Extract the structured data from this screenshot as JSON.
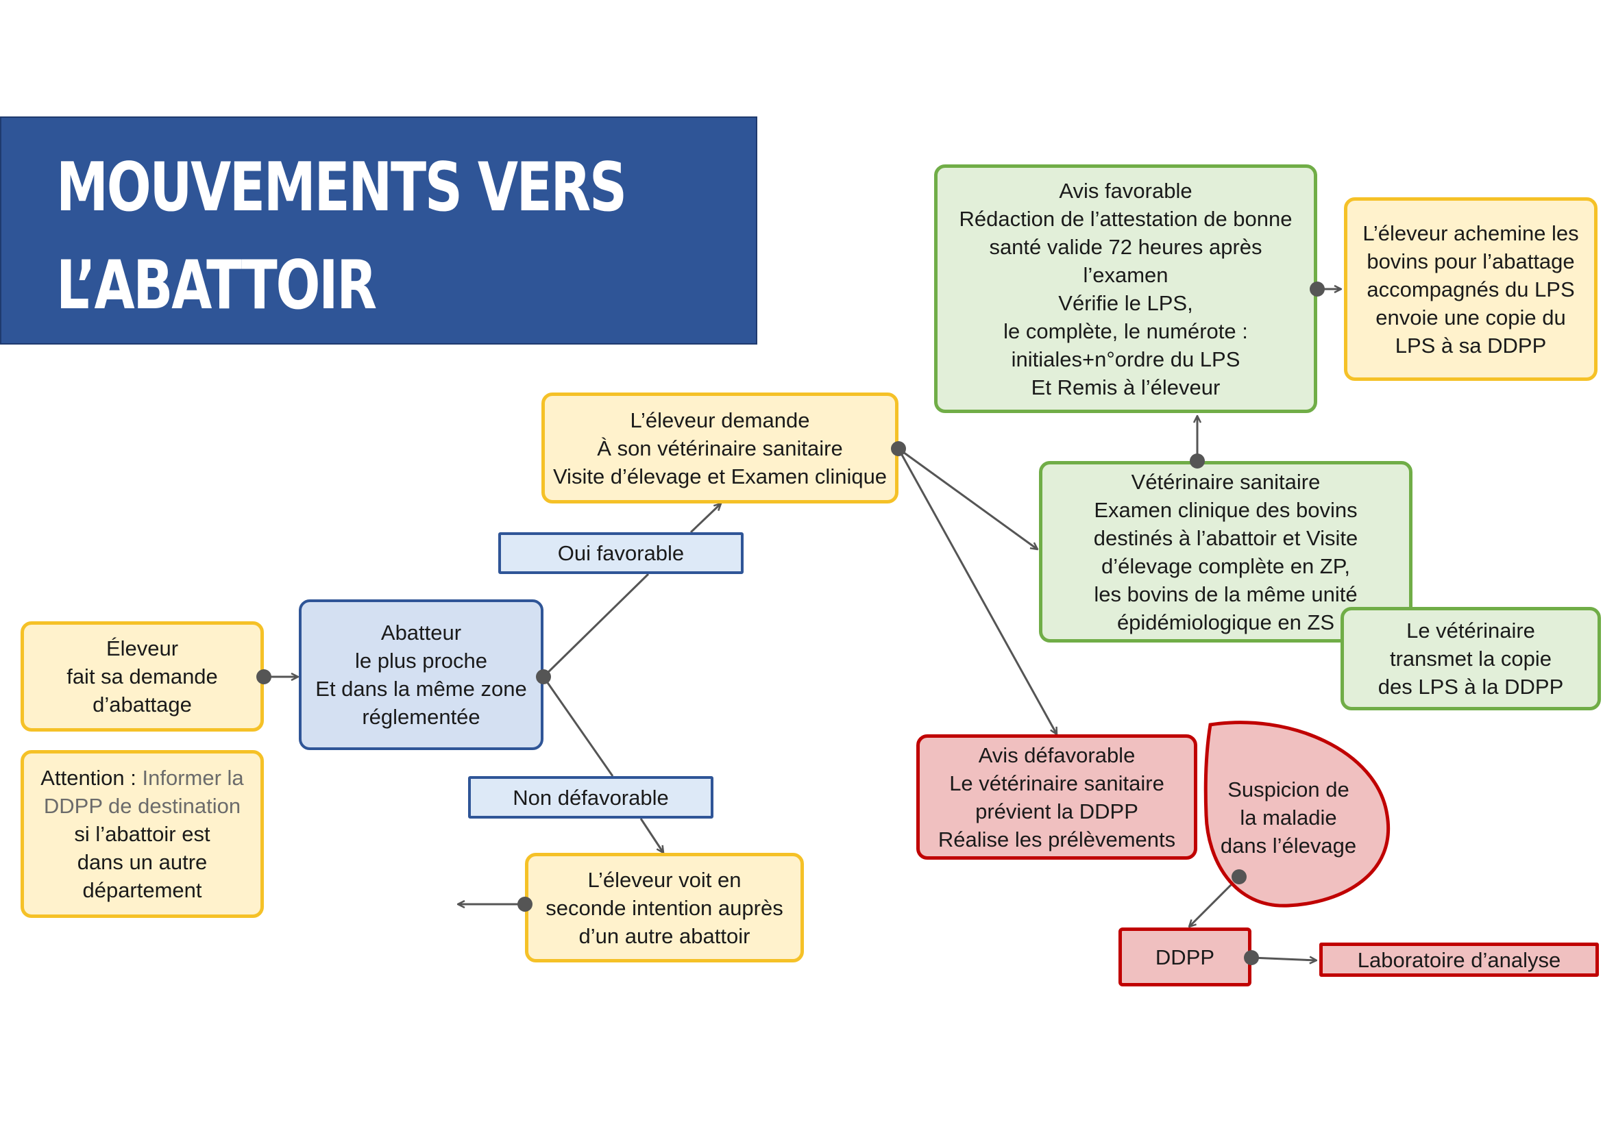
{
  "title": {
    "line1": "MOUVEMENTS VERS",
    "line2": "L’ABATTOIR"
  },
  "nodes": {
    "eleveur": [
      "Éleveur",
      "fait sa demande",
      "d’abattage"
    ],
    "attention": {
      "label": "Attention :",
      "highlight_1": "Informer la",
      "highlight_2": "DDPP de destination",
      "rest": [
        "si l’abattoir est",
        "dans un autre",
        "département"
      ]
    },
    "abatteur": [
      "Abatteur",
      "le plus proche",
      "Et dans la même zone",
      "réglementée"
    ],
    "oui_favorable": "Oui favorable",
    "non_defavorable": "Non défavorable",
    "demande_veterinaire": [
      "L’éleveur demande",
      "À son vétérinaire sanitaire",
      "Visite d’élevage et Examen clinique"
    ],
    "seconde_intention": [
      "L’éleveur voit en",
      "seconde intention auprès",
      "d’un autre abattoir"
    ],
    "avis_favorable": [
      "Avis favorable",
      "Rédaction de l’attestation de bonne",
      "santé valide 72 heures après",
      "l’examen",
      "Vérifie le LPS,",
      "le complète, le numérote :",
      "initiales+n°ordre du LPS",
      "Et Remis à l’éleveur"
    ],
    "eleveur_achemine": [
      "L’éleveur achemine les",
      "bovins pour l’abattage",
      "accompagnés du LPS",
      "envoie une copie du",
      "LPS à sa DDPP"
    ],
    "veterinaire_sanitaire": [
      "Vétérinaire sanitaire",
      "Examen clinique des bovins",
      "destinés à l’abattoir et Visite",
      "d’élevage complète en ZP,",
      "les bovins de la même unité",
      "épidémiologique en ZS"
    ],
    "transmet_copie": [
      "Le vétérinaire",
      "transmet la copie",
      "des LPS à la DDPP"
    ],
    "avis_defavorable": [
      "Avis défavorable",
      "Le vétérinaire sanitaire",
      "prévient la DDPP",
      "Réalise les prélèvements"
    ],
    "suspicion": [
      "Suspicion de",
      "la maladie",
      "dans l’élevage"
    ],
    "ddpp": "DDPP",
    "laboratoire": "Laboratoire d’analyse"
  },
  "colors": {
    "banner": "#2f5597",
    "yellow_fill": "#fff2cc",
    "yellow_border": "#f5c127",
    "blue_fill": "#d4e0f2",
    "blue_border": "#2f5597",
    "green_fill": "#e2efd9",
    "green_border": "#70ad47",
    "red_fill": "#f0c0c0",
    "red_border": "#c00000",
    "connector": "#555555"
  }
}
